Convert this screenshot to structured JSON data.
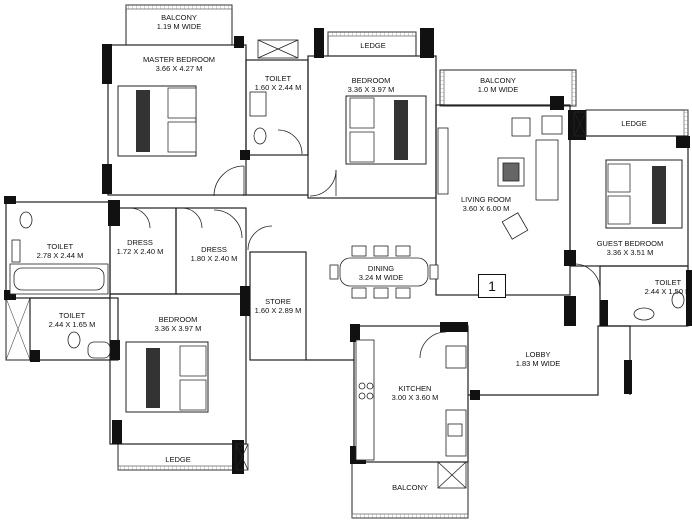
{
  "plan_number": "1",
  "rooms": {
    "balcony_top": {
      "name": "BALCONY",
      "size": "1.19 M WIDE"
    },
    "master_bedroom": {
      "name": "MASTER BEDROOM",
      "size": "3.66 X 4.27 M"
    },
    "toilet_master": {
      "name": "TOILET",
      "size": "1.60 X 2.44 M"
    },
    "ledge_top": {
      "name": "LEDGE"
    },
    "bedroom_top": {
      "name": "BEDROOM",
      "size": "3.36 X 3.97 M"
    },
    "balcony_right": {
      "name": "BALCONY",
      "size": "1.0 M WIDE"
    },
    "ledge_right": {
      "name": "LEDGE"
    },
    "living_room": {
      "name": "LIVING ROOM",
      "size": "3.60 X 6.00 M"
    },
    "guest_bedroom": {
      "name": "GUEST BEDROOM",
      "size": "3.36 X 3.51 M"
    },
    "toilet_guest": {
      "name": "TOILET",
      "size": "2.44 X 1.50 M"
    },
    "toilet_left": {
      "name": "TOILET",
      "size": "2.78 X 2.44 M"
    },
    "dress_1": {
      "name": "DRESS",
      "size": "1.72 X 2.40 M"
    },
    "dress_2": {
      "name": "DRESS",
      "size": "1.80 X 2.40 M"
    },
    "dining": {
      "name": "DINING",
      "size": "3.24 M WIDE"
    },
    "toilet_small": {
      "name": "TOILET",
      "size": "2.44 X 1.65 M"
    },
    "bedroom_bottom": {
      "name": "BEDROOM",
      "size": "3.36 X 3.97 M"
    },
    "store": {
      "name": "STORE",
      "size": "1.60 X 2.89 M"
    },
    "lobby": {
      "name": "LOBBY",
      "size": "1.83 M WIDE"
    },
    "kitchen": {
      "name": "KITCHEN",
      "size": "3.00 X 3.60 M"
    },
    "ledge_bottom": {
      "name": "LEDGE"
    },
    "balcony_bottom": {
      "name": "BALCONY"
    }
  }
}
